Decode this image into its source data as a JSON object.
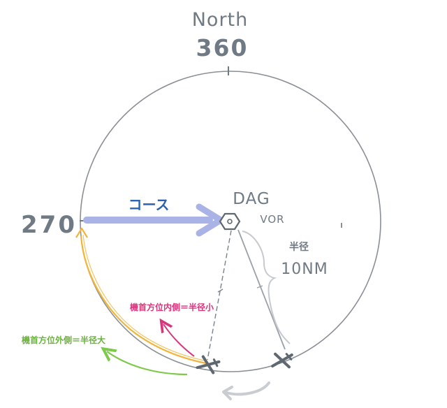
{
  "labels": {
    "north": "North",
    "north_deg": "360",
    "west_deg": "270",
    "course": "コース",
    "station": "DAG",
    "station_type": "VOR",
    "radius_label": "半径",
    "radius_value": "10NM",
    "inside_note": "機首方位内側＝半径小",
    "outside_note": "機首方位外側＝半径大"
  },
  "colors": {
    "circle": "#8a8f95",
    "course_arrow": "#a9b3e6",
    "course_text": "#2a62b4",
    "arc_orange": "#f2b43a",
    "inside_arrow": "#d8357a",
    "outside_arrow": "#7ec94a",
    "pencil": "#6f7a84",
    "turn_arrow": "#c9cdd2"
  },
  "icons": [
    "vor-hexagon-icon",
    "airplane-icon",
    "airplane-icon",
    "turn-arrow-icon"
  ]
}
